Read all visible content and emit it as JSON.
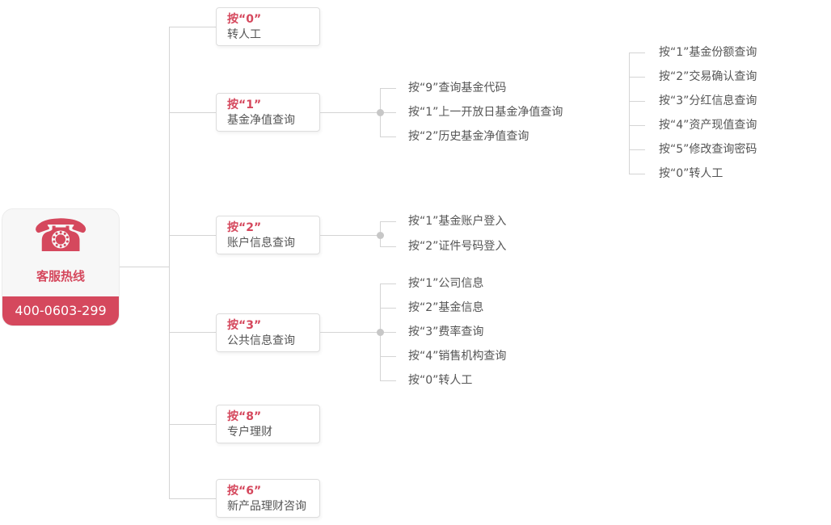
{
  "colors": {
    "accent": "#d5485d",
    "line": "#d4d4d4",
    "text": "#555555"
  },
  "hotline_card": {
    "icon_glyph": "☎",
    "title": "客服热线",
    "phone": "400-0603-299"
  },
  "menu": {
    "level1": [
      {
        "key": "按“0”",
        "label": "转人工"
      },
      {
        "key": "按“1”",
        "label": "基金净值查询"
      },
      {
        "key": "按“2”",
        "label": "账户信息查询"
      },
      {
        "key": "按“3”",
        "label": "公共信息查询"
      },
      {
        "key": "按“8”",
        "label": "专户理财"
      },
      {
        "key": "按“6”",
        "label": "新产品理财咨询"
      }
    ],
    "fund_nav_children": [
      "按“9”查询基金代码",
      "按“1”上一开放日基金净值查询",
      "按“2”历史基金净值查询"
    ],
    "account_children": [
      "按“1”基金账户登入",
      "按“2”证件号码登入"
    ],
    "public_info_children": [
      "按“1”公司信息",
      "按“2”基金信息",
      "按“3”费率查询",
      "按“4”销售机构查询",
      "按“0”转人工"
    ],
    "top_right_children": [
      "按“1”基金份额查询",
      "按“2”交易确认查询",
      "按“3”分红信息查询",
      "按“4”资产现值查询",
      "按“5”修改查询密码",
      "按“0”转人工"
    ]
  }
}
